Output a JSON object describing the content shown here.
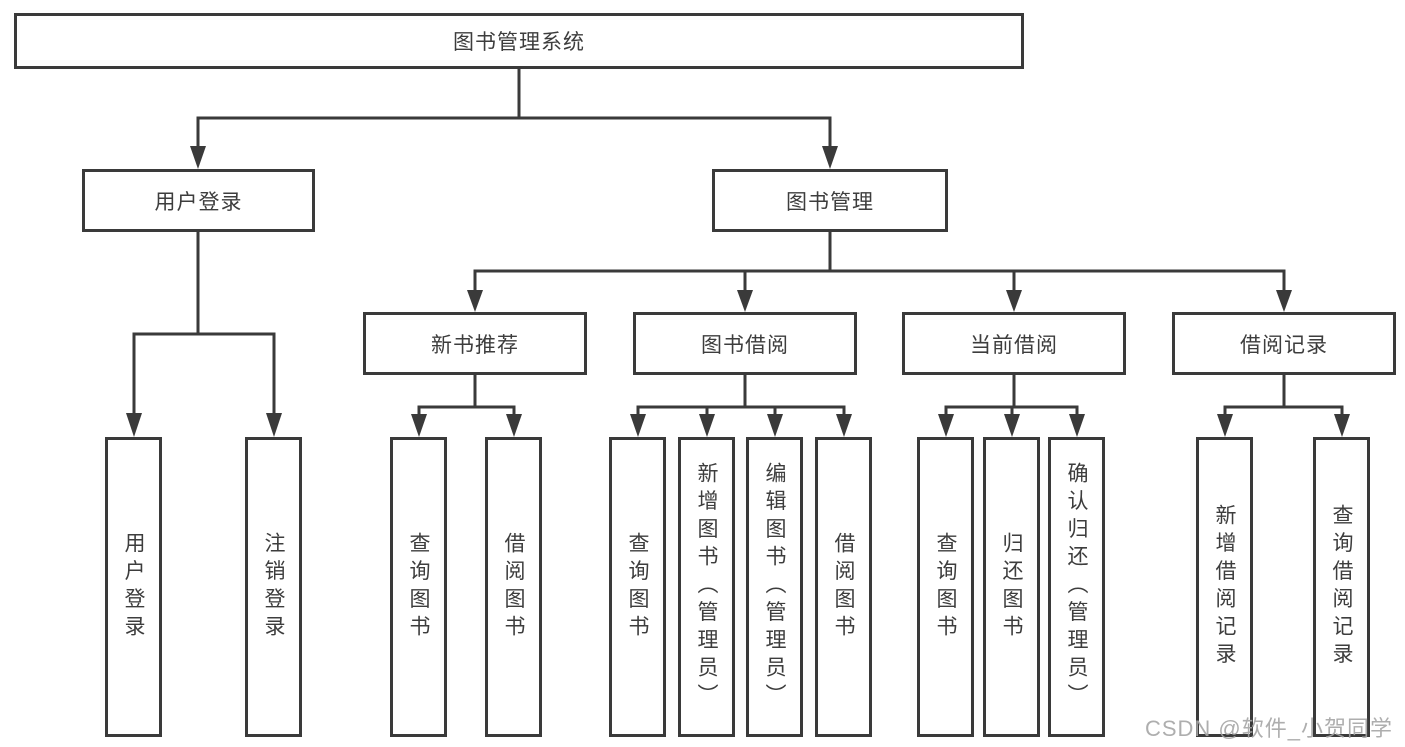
{
  "root": {
    "label": "图书管理系统"
  },
  "branches": [
    {
      "label": "用户登录",
      "children": [
        "用户登录",
        "注销登录"
      ]
    },
    {
      "label": "图书管理",
      "sections": [
        {
          "label": "新书推荐",
          "children": [
            "查询图书",
            "借阅图书"
          ]
        },
        {
          "label": "图书借阅",
          "children": [
            "查询图书",
            "新增图书（管理员）",
            "编辑图书（管理员）",
            "借阅图书"
          ]
        },
        {
          "label": "当前借阅",
          "children": [
            "查询图书",
            "归还图书",
            "确认归还（管理员）"
          ]
        },
        {
          "label": "借阅记录",
          "children": [
            "新增借阅记录",
            "查询借阅记录"
          ]
        }
      ]
    }
  ],
  "watermark": {
    "text": "CSDN @软件_小贺同学"
  },
  "colors": {
    "line": "#3a3a3a",
    "box_border": "#3a3a3a",
    "text": "#3d3d3d",
    "watermark": "#a5a5a5",
    "background": "#ffffff"
  }
}
